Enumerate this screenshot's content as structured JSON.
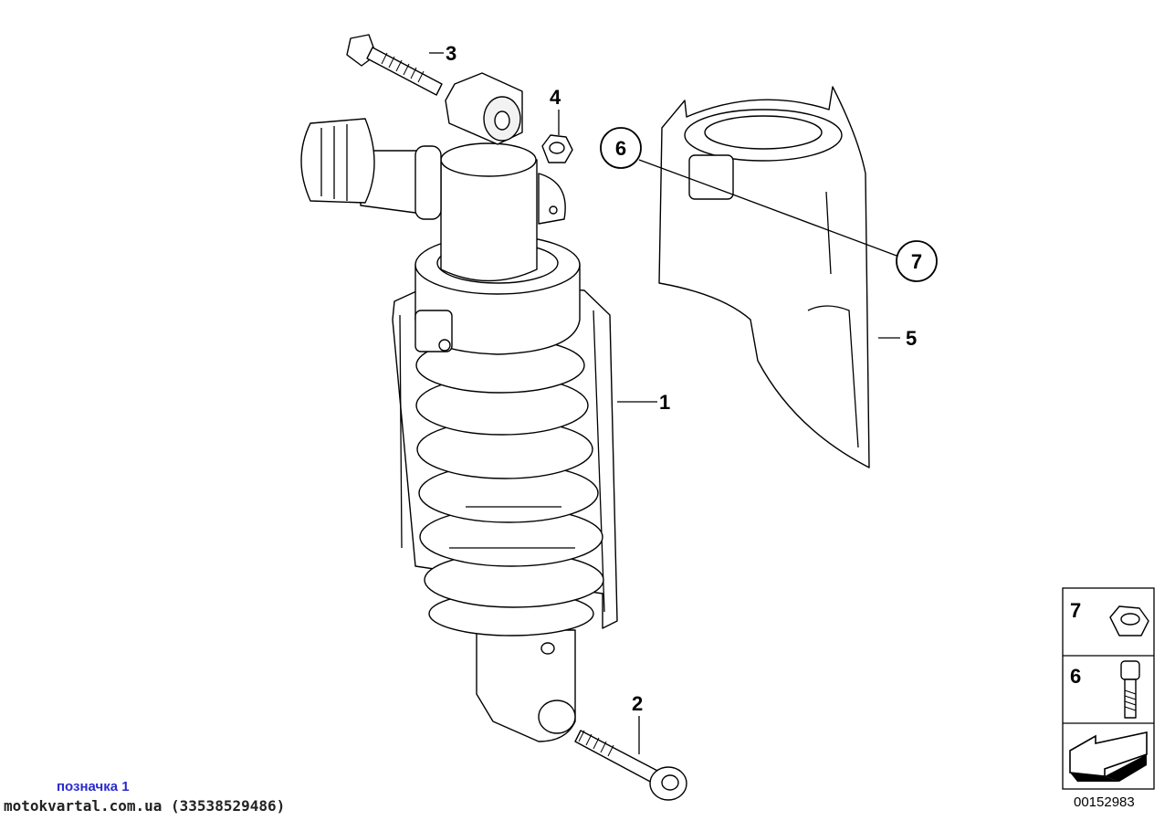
{
  "callouts": {
    "c1": "1",
    "c2": "2",
    "c3": "3",
    "c4": "4",
    "c5": "5",
    "c6": "6",
    "c7": "7"
  },
  "legend": {
    "item_7": "7",
    "item_6": "6"
  },
  "footer": {
    "reference": "позначка 1",
    "site": "motokvartal.com.ua (33538529486)"
  },
  "diagram_id": "00152983"
}
